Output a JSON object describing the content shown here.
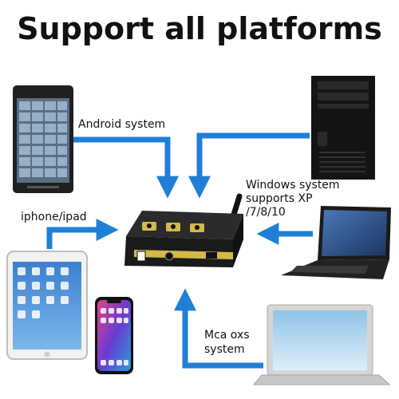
{
  "title": "Support all platforms",
  "labels": {
    "android": "Android system",
    "windows_line1": "Windows system",
    "windows_line2": "supports XP",
    "windows_line3": "/7/8/10",
    "iphone": "iphone/ipad",
    "mac_line1": "Mca oxs",
    "mac_line2": "system"
  },
  "colors": {
    "arrow": "#1f7fd6",
    "device_body": "#1a1a1a",
    "device_accent": "#d4b84a"
  }
}
